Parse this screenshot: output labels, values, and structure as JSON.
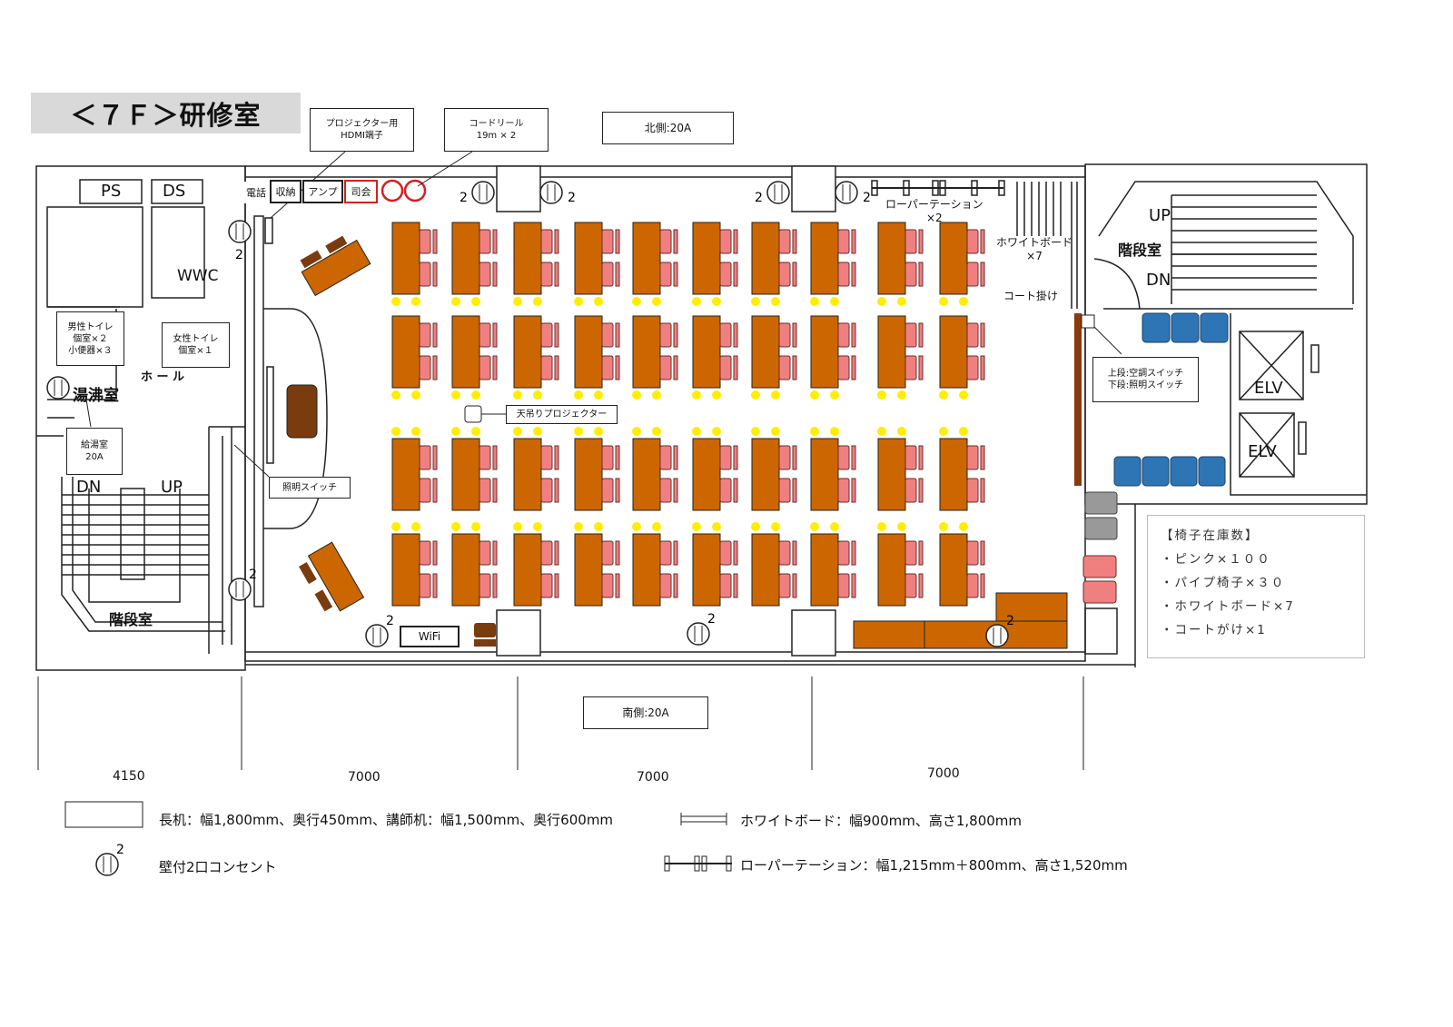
{
  "title": "＜７Ｆ＞研修室",
  "callouts": {
    "hdmi": [
      "プロジェクター用",
      "HDMI端子"
    ],
    "cord_reel": [
      "コードリール",
      "19m × 2"
    ],
    "north_power": "北側:20A",
    "south_power": "南側:20A",
    "ceiling_projector": "天吊りプロジェクター",
    "light_switch": "照明スイッチ",
    "switch_panel": [
      "上段:空調スイッチ",
      "下段:照明スイッチ"
    ],
    "mens_toilet": [
      "男性トイレ",
      "個室×２",
      "小便器×３"
    ],
    "womens_toilet": [
      "女性トイレ",
      "個室×１"
    ],
    "kitchen_power": [
      "給湯室",
      "20A"
    ]
  },
  "rooms": {
    "ps": "PS",
    "ds": "DS",
    "wwc": "WWC",
    "hall": "ホ ー ル",
    "kitchen": "湯沸室",
    "stairs_left": "階段室",
    "stairs_right": "階段室",
    "up": "UP",
    "dn": "DN",
    "elv": "ELV"
  },
  "equipment": {
    "phone": "電話",
    "storage": "収納",
    "amp": "アンプ",
    "mc": "司会",
    "wifi": "WiFi",
    "partition": [
      "ローパーテーション",
      "×2"
    ],
    "whiteboard": [
      "ホワイトボード",
      "×7"
    ],
    "coat_hanger": "コート掛け",
    "outlet_count": "2"
  },
  "dimensions": [
    "4150",
    "7000",
    "7000",
    "7000"
  ],
  "stock": {
    "heading": "【椅子在庫数】",
    "items": [
      "・ピンク×１００",
      "・パイプ椅子×３０",
      "・ホワイトボード×7",
      "・コートがけ×1"
    ]
  },
  "legend": {
    "desk": "長机：幅1,800mm、奥行450mm、講師机：幅1,500mm、奥行600mm",
    "whiteboard": "ホワイトボード：幅900mm、高さ1,800mm",
    "outlet": "壁付2口コンセント",
    "partition": "ローパーテーション：幅1,215mm＋800mm、高さ1,520mm"
  },
  "colors": {
    "desk": "#cc6600",
    "chair": "#f08080",
    "dot": "#ffee00",
    "sofa": "#2e75b6",
    "red": "#d42020",
    "lectern": "#7a3b0e"
  }
}
